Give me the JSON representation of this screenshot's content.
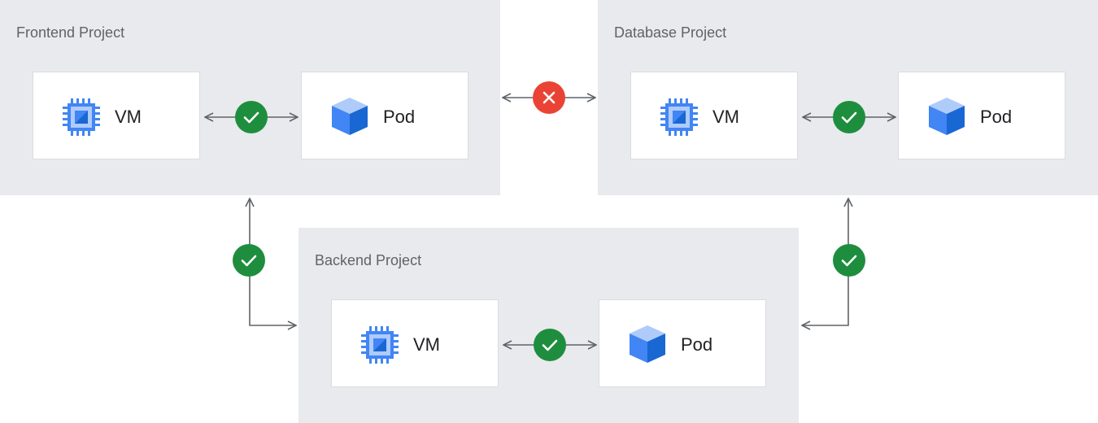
{
  "projects": {
    "frontend": {
      "title": "Frontend Project",
      "vm_label": "VM",
      "pod_label": "Pod"
    },
    "database": {
      "title": "Database Project",
      "vm_label": "VM",
      "pod_label": "Pod"
    },
    "backend": {
      "title": "Backend Project",
      "vm_label": "VM",
      "pod_label": "Pod"
    }
  },
  "connections": {
    "frontend_vm_pod": "allowed",
    "frontend_database": "denied",
    "database_vm_pod": "allowed",
    "frontend_backend": "allowed",
    "database_backend": "allowed",
    "backend_vm_pod": "allowed"
  },
  "colors": {
    "project_bg": "#e8eaed",
    "allowed": "#1e8e3e",
    "denied": "#ea4335",
    "arrow": "#5f6368",
    "icon_blue": "#4285f4",
    "icon_light_blue": "#aecbfa"
  },
  "icons": {
    "vm": "compute-chip-icon",
    "pod": "cube-icon",
    "allowed": "check-icon",
    "denied": "x-icon"
  }
}
